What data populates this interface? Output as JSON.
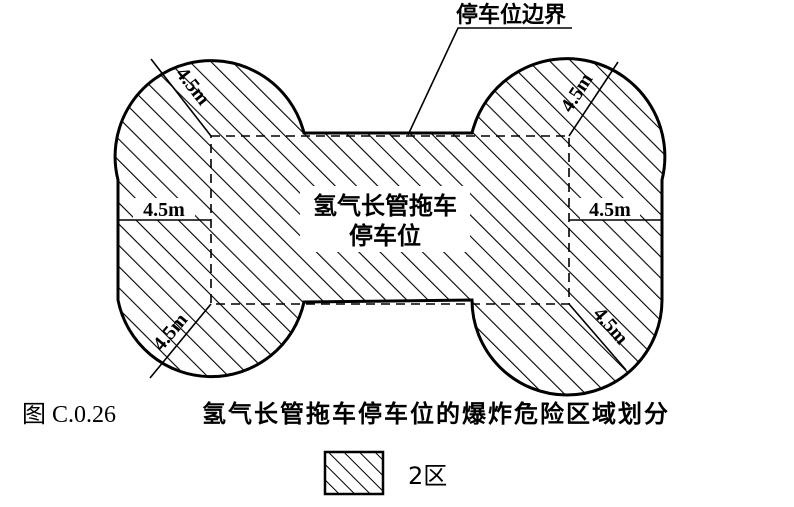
{
  "diagram": {
    "boundary_label": "停车位边界",
    "center_label_line1": "氢气长管拖车",
    "center_label_line2": "停车位",
    "dim_top_left": "4.5m",
    "dim_top_right": "4.5m",
    "dim_mid_left": "4.5m",
    "dim_mid_right": "4.5m",
    "dim_bottom_left": "4.5m",
    "dim_bottom_right": "4.5m"
  },
  "caption": {
    "figure_number": "图 C.0.26",
    "title": "氢气长管拖车停车位的爆炸危险区域划分"
  },
  "legend": {
    "zone_label": "2区"
  }
}
